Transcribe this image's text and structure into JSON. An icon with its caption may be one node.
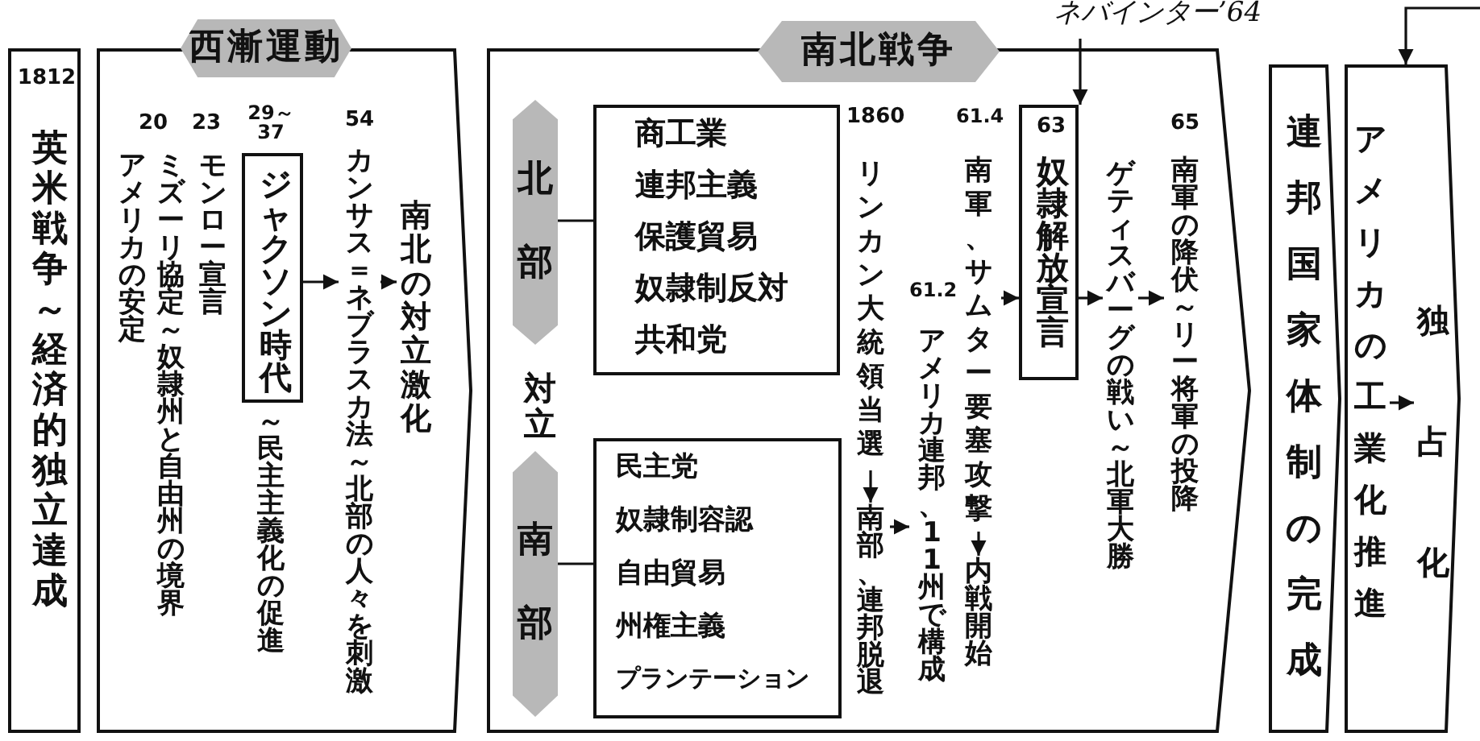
{
  "diagram": {
    "nodes": [
      {
        "text": [
          "1812",
          "英米戦争～経済的独立達成"
        ]
      },
      {
        "text": [
          "西漸運動"
        ]
      },
      {
        "text": [
          "ジャクソン時代"
        ],
        "in": 1,
        "beside": [
          "29～37",
          "～民主主義化の促進"
        ]
      },
      {
        "text": [
          "54",
          "カンサス＝ネブラスカ法～北部の人々を刺激"
        ],
        "in": 1
      },
      {
        "text": [
          "南北の対立激化"
        ],
        "in": 1
      },
      {
        "text": [
          "南北戦争"
        ]
      },
      {
        "text": [
          "北部"
        ],
        "in": 5
      },
      {
        "text": [
          "商工業",
          "連邦主義",
          "保護貿易",
          "奴隷制反対",
          "共和党"
        ],
        "in": 5
      },
      {
        "text": [
          "南部"
        ],
        "in": 5
      },
      {
        "text": [
          "民主党",
          "奴隷制容認",
          "自由貿易",
          "州権主義",
          "プランテーション"
        ],
        "in": 5
      },
      {
        "text": [
          "1860",
          "リンカン大統領当選"
        ],
        "in": 5
      },
      {
        "text": [
          "南部、連邦脱退"
        ],
        "in": 5
      },
      {
        "text": [
          "61.2",
          "アメリカ連邦、11州で構成"
        ],
        "in": 5
      },
      {
        "text": [
          "61.4",
          "南軍、サムター要塞攻撃"
        ],
        "in": 5
      },
      {
        "text": [
          "内戦開始"
        ],
        "in": 5
      },
      {
        "text": [
          "63",
          "奴隷解放宣言"
        ],
        "in": 5
      },
      {
        "text": [
          "ゲティスバーグの戦い～北軍大勝"
        ],
        "in": 5
      },
      {
        "text": [
          "65",
          "南軍の降伏～リー将軍の投降"
        ],
        "in": 5
      },
      {
        "text": [
          "連邦国家体制の完成"
        ]
      },
      {
        "text": [],
        "shape": "pentagon"
      },
      {
        "text": [
          "アメリカの工業化推進"
        ],
        "in": 19
      },
      {
        "text": [
          "独占化"
        ],
        "in": 19
      },
      {
        "text": [
          "ネバインター’64"
        ]
      }
    ],
    "edges": [
      {
        "from": 2,
        "to": 3,
        "arrow": "to"
      },
      {
        "from": 3,
        "to": 4,
        "arrow": "to"
      },
      {
        "from": 6,
        "to": 7,
        "arrow": "none"
      },
      {
        "from": 8,
        "to": 9,
        "arrow": "none"
      },
      {
        "from": 10,
        "to": 11,
        "arrow": "to"
      },
      {
        "from": 11,
        "to": 12,
        "arrow": "to"
      },
      {
        "from": 13,
        "to": 14,
        "arrow": "to"
      },
      {
        "from": 13,
        "to": 15,
        "arrow": "to"
      },
      {
        "from": 15,
        "to": 16,
        "arrow": "to"
      },
      {
        "from": 16,
        "to": 17,
        "arrow": "to"
      },
      {
        "from": 20,
        "to": 21,
        "arrow": "to"
      },
      {
        "from": 22,
        "to": 15,
        "arrow": "to"
      },
      {
        "from": null,
        "to": 19,
        "arrow": "to"
      }
    ],
    "labels": [
      "20",
      "ミズーリ協定～奴隷州と自由州の境界",
      "アメリカの安定",
      "23",
      "モンロー宣言",
      "対立"
    ]
  }
}
